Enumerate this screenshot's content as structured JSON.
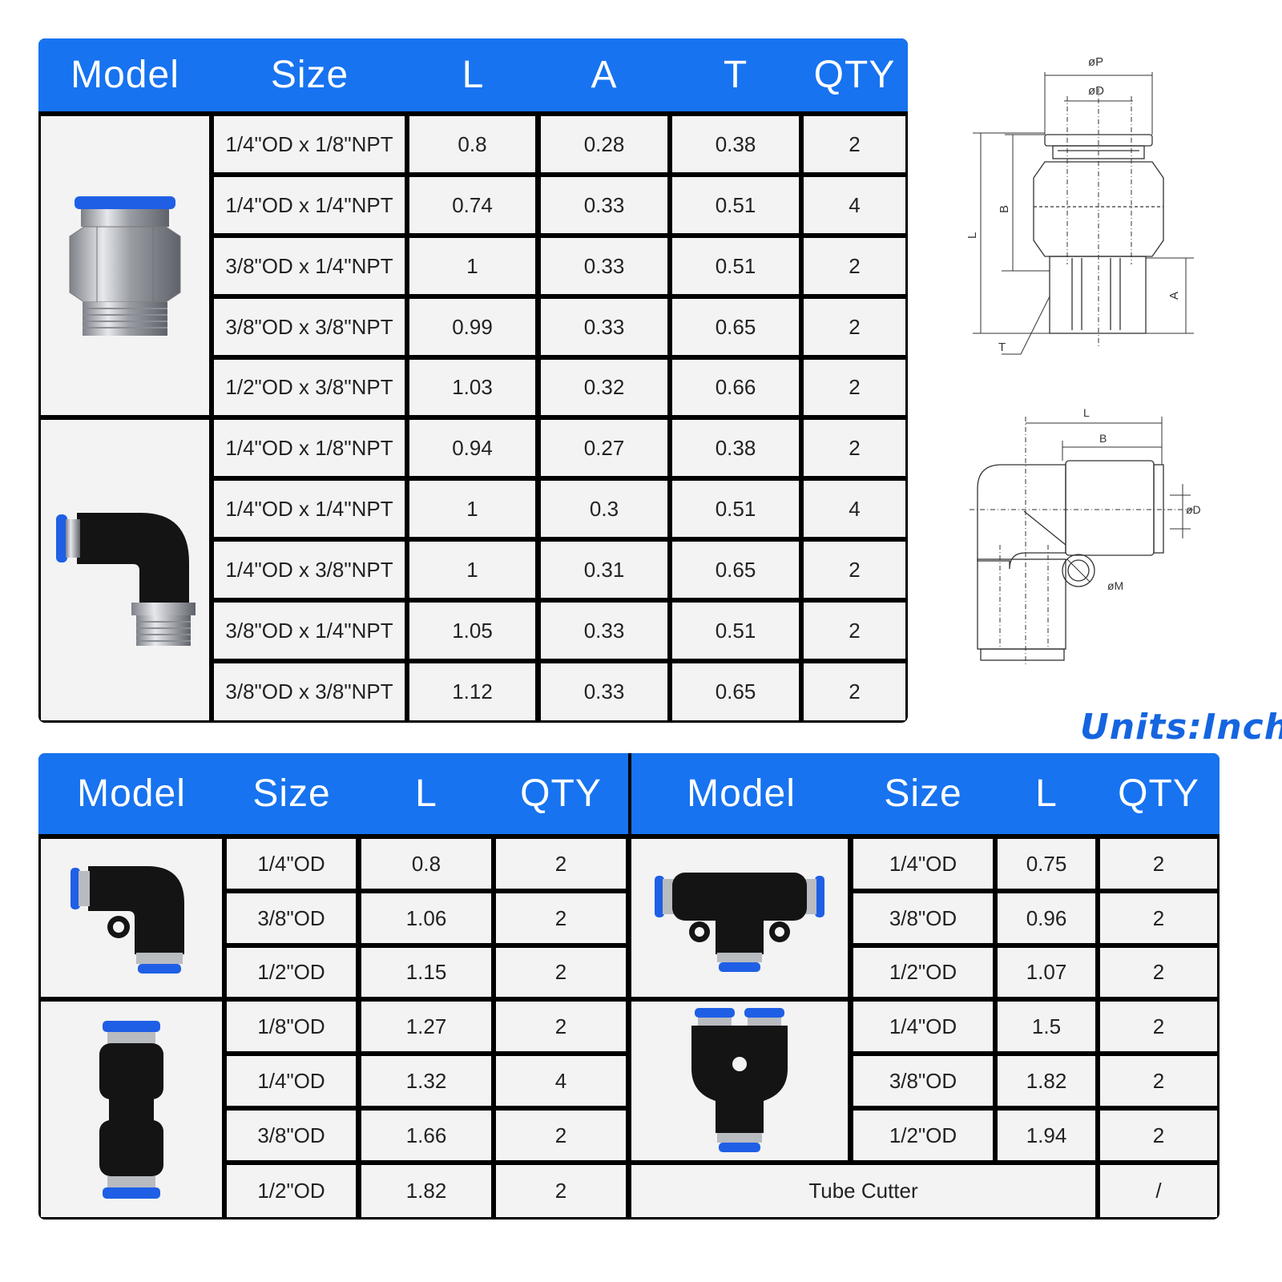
{
  "top_table": {
    "headers": [
      "Model",
      "Size",
      "L",
      "A",
      "T",
      "QTY"
    ],
    "groups": [
      {
        "icon": "straight-male-connector-icon",
        "rows": [
          [
            "1/4\"OD x 1/8\"NPT",
            "0.8",
            "0.28",
            "0.38",
            "2"
          ],
          [
            "1/4\"OD x 1/4\"NPT",
            "0.74",
            "0.33",
            "0.51",
            "4"
          ],
          [
            "3/8\"OD x 1/4\"NPT",
            "1",
            "0.33",
            "0.51",
            "2"
          ],
          [
            "3/8\"OD x 3/8\"NPT",
            "0.99",
            "0.33",
            "0.65",
            "2"
          ],
          [
            "1/2\"OD x 3/8\"NPT",
            "1.03",
            "0.32",
            "0.66",
            "2"
          ]
        ]
      },
      {
        "icon": "elbow-male-connector-icon",
        "rows": [
          [
            "1/4\"OD x 1/8\"NPT",
            "0.94",
            "0.27",
            "0.38",
            "2"
          ],
          [
            "1/4\"OD x 1/4\"NPT",
            "1",
            "0.3",
            "0.51",
            "4"
          ],
          [
            "1/4\"OD x 3/8\"NPT",
            "1",
            "0.31",
            "0.65",
            "2"
          ],
          [
            "3/8\"OD x 1/4\"NPT",
            "1.05",
            "0.33",
            "0.51",
            "2"
          ],
          [
            "3/8\"OD x 3/8\"NPT",
            "1.12",
            "0.33",
            "0.65",
            "2"
          ]
        ]
      }
    ]
  },
  "diagram_top": {
    "labels": [
      "øP",
      "øD",
      "L",
      "B",
      "A",
      "T"
    ]
  },
  "diagram_bottom": {
    "labels": [
      "L",
      "B",
      "øD",
      "øM"
    ]
  },
  "units_label": "Units:Inch",
  "bottom_left_table": {
    "headers": [
      "Model",
      "Size",
      "L",
      "QTY"
    ],
    "groups": [
      {
        "icon": "union-elbow-icon",
        "rows": [
          [
            "1/4\"OD",
            "0.8",
            "2"
          ],
          [
            "3/8\"OD",
            "1.06",
            "2"
          ],
          [
            "1/2\"OD",
            "1.15",
            "2"
          ]
        ]
      },
      {
        "icon": "straight-union-icon",
        "rows": [
          [
            "1/8\"OD",
            "1.27",
            "2"
          ],
          [
            "1/4\"OD",
            "1.32",
            "4"
          ],
          [
            "3/8\"OD",
            "1.66",
            "2"
          ],
          [
            "1/2\"OD",
            "1.82",
            "2"
          ]
        ]
      }
    ]
  },
  "bottom_right_table": {
    "headers": [
      "Model",
      "Size",
      "L",
      "QTY"
    ],
    "groups": [
      {
        "icon": "union-tee-icon",
        "rows": [
          [
            "1/4\"OD",
            "0.75",
            "2"
          ],
          [
            "3/8\"OD",
            "0.96",
            "2"
          ],
          [
            "1/2\"OD",
            "1.07",
            "2"
          ]
        ]
      },
      {
        "icon": "union-y-icon",
        "rows": [
          [
            "1/4\"OD",
            "1.5",
            "2"
          ],
          [
            "3/8\"OD",
            "1.82",
            "2"
          ],
          [
            "1/2\"OD",
            "1.94",
            "2"
          ]
        ]
      }
    ],
    "footer": {
      "label": "Tube Cutter",
      "qty": "/"
    }
  }
}
